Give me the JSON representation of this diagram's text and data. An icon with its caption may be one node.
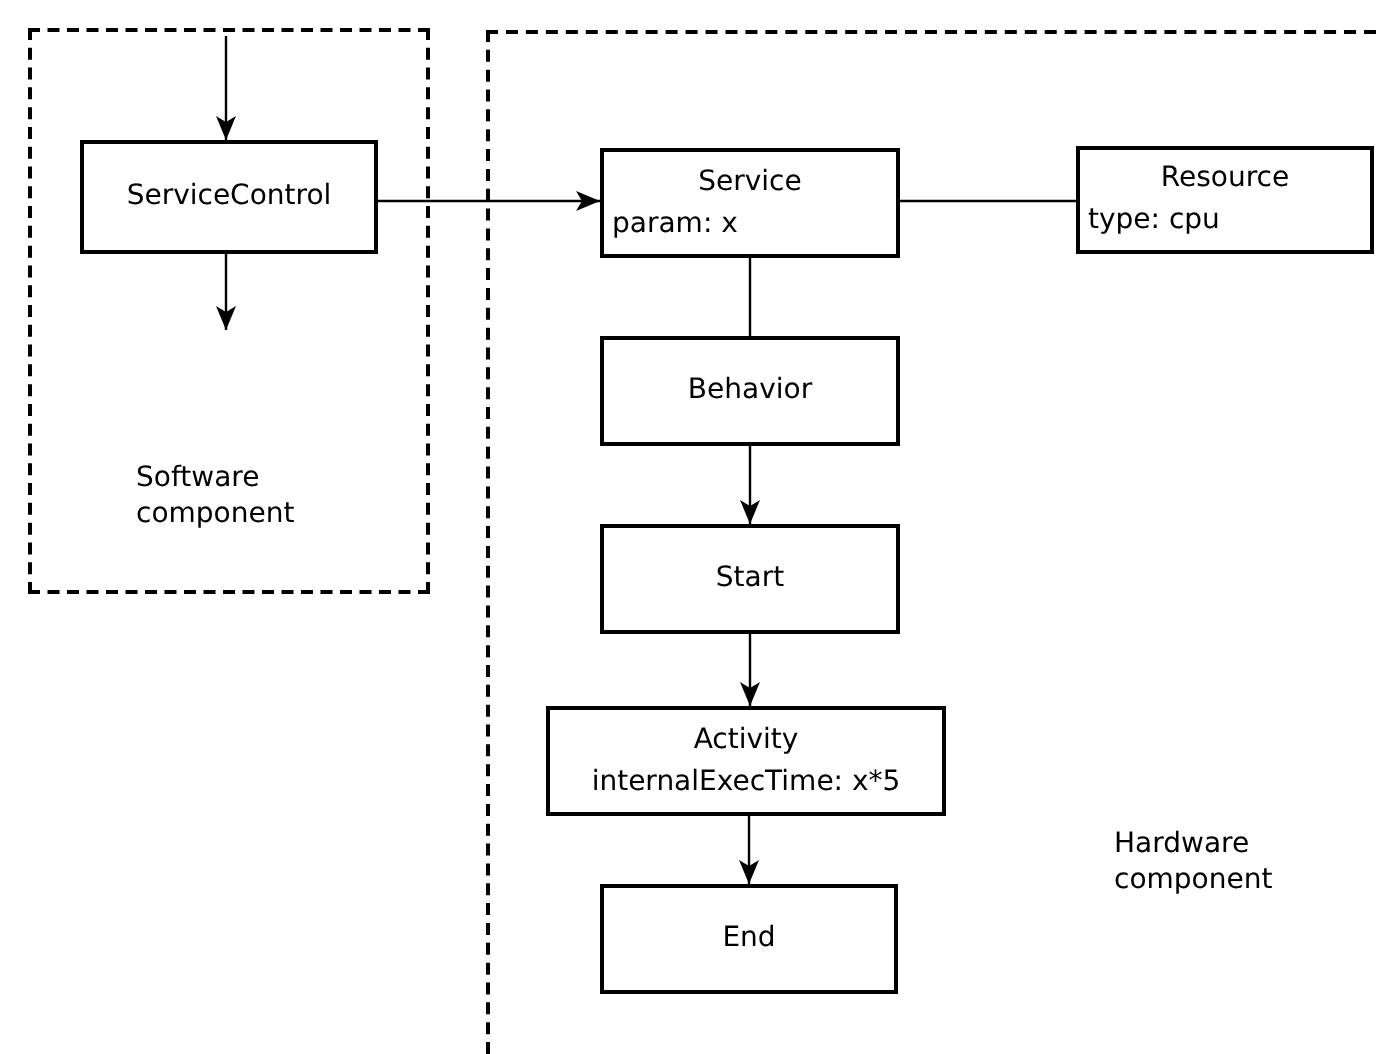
{
  "diagram": {
    "nodes": [
      {
        "text": [
          "Software component"
        ]
      },
      {
        "text": [
          "ServiceControl"
        ],
        "in": 0
      },
      {
        "text": [
          "Hardware component"
        ]
      },
      {
        "text": [
          "Service",
          "param: x"
        ],
        "in": 2
      },
      {
        "text": [
          "Resource",
          "type: cpu"
        ],
        "in": 2
      },
      {
        "text": [
          "Behavior"
        ],
        "in": 2
      },
      {
        "text": [
          "Start"
        ],
        "in": 2
      },
      {
        "text": [
          "Activity",
          "internalExecTime: x*5"
        ],
        "in": 2
      },
      {
        "text": [
          "End"
        ],
        "in": 2
      }
    ],
    "edges": [
      {
        "from": null,
        "to": 1,
        "arrow": "to"
      },
      {
        "from": 1,
        "to": null,
        "arrow": "to"
      },
      {
        "from": 1,
        "to": 3,
        "arrow": "to"
      },
      {
        "from": 3,
        "to": 4,
        "arrow": "none"
      },
      {
        "from": 3,
        "to": 5,
        "arrow": "none"
      },
      {
        "from": 5,
        "to": 6,
        "arrow": "to"
      },
      {
        "from": 6,
        "to": 7,
        "arrow": "to"
      },
      {
        "from": 7,
        "to": 8,
        "arrow": "to"
      }
    ]
  }
}
